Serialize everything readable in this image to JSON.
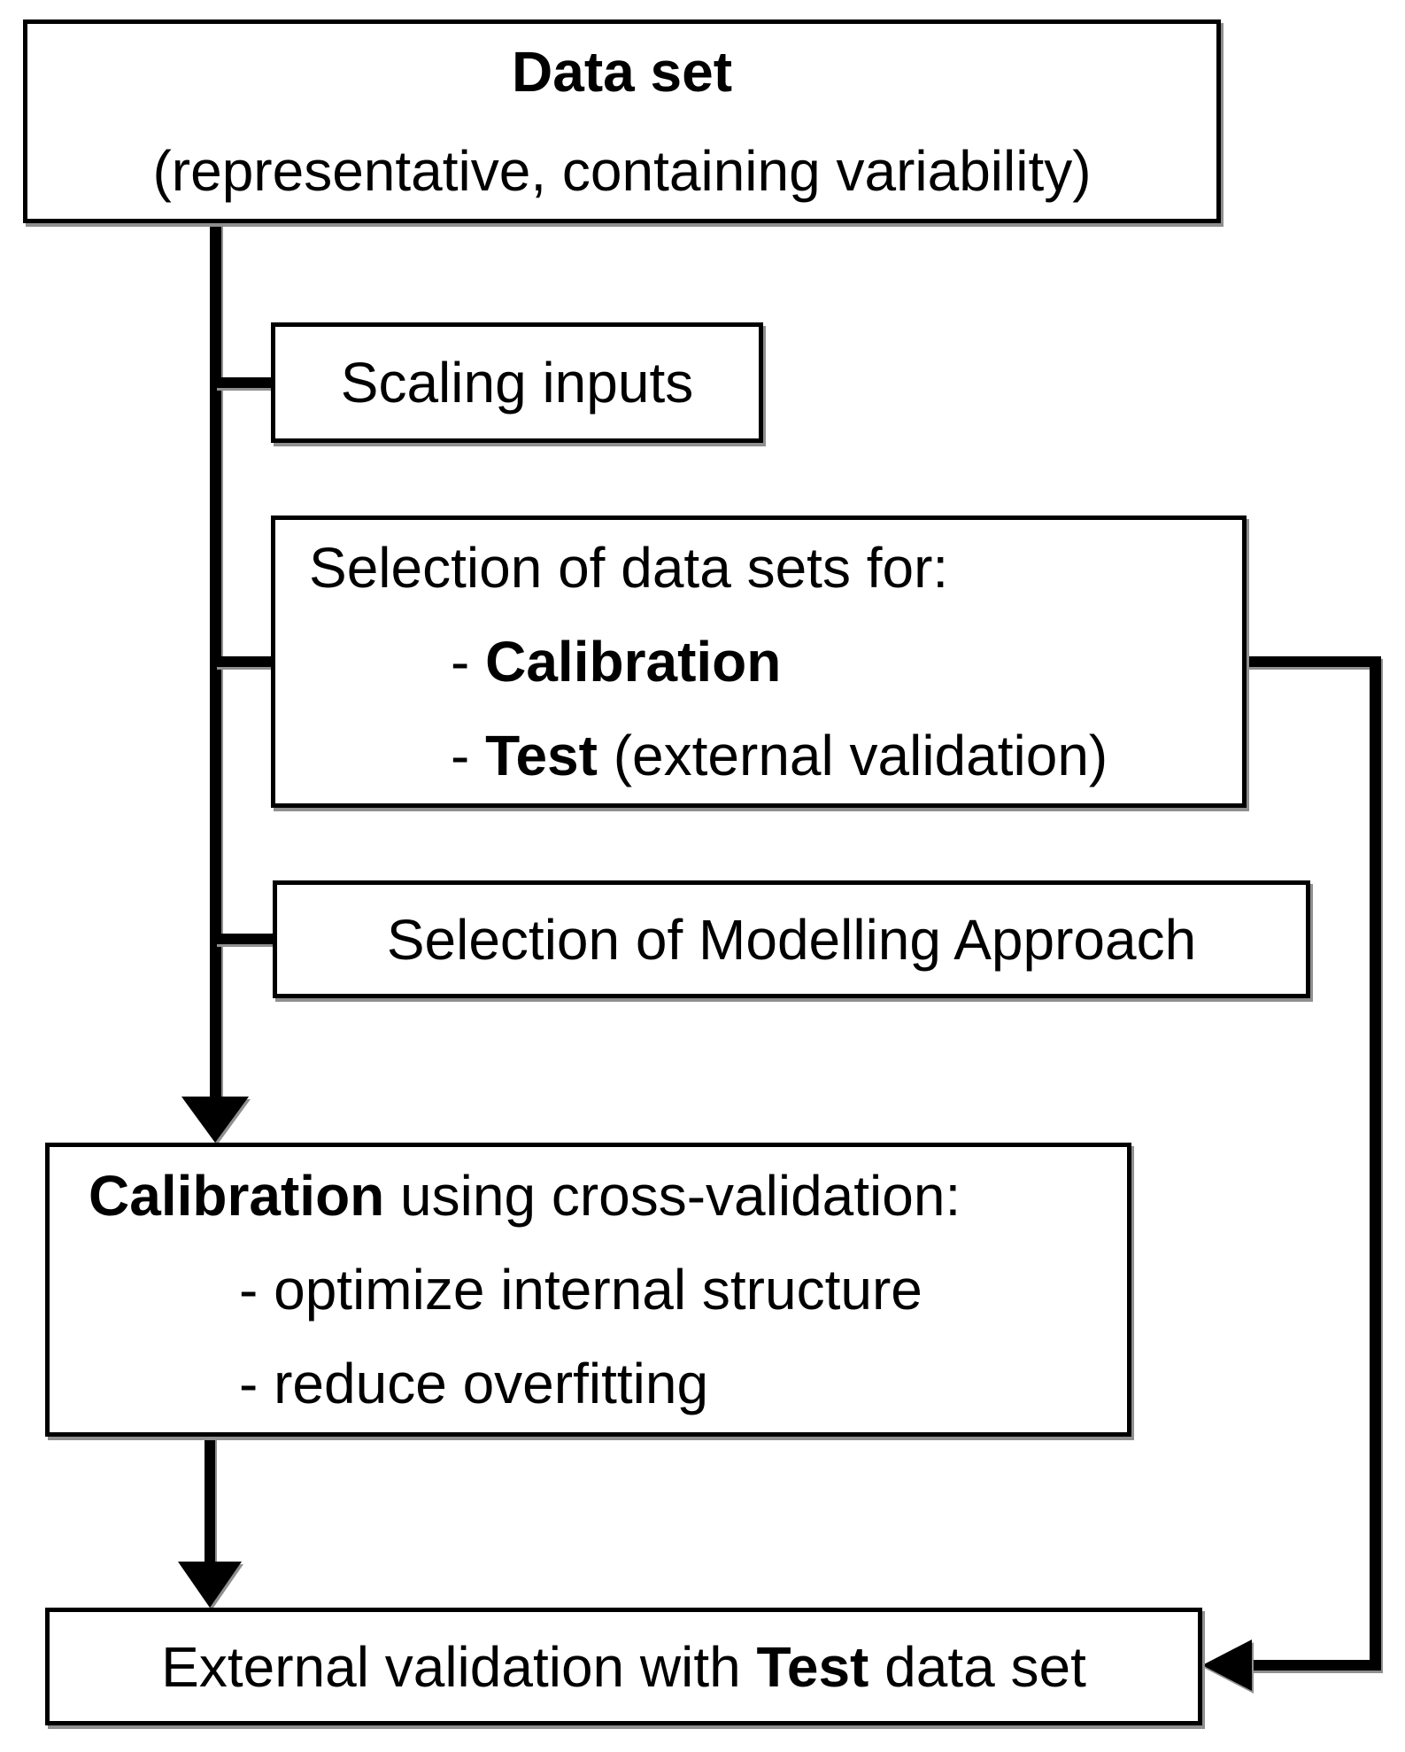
{
  "diagram": {
    "background_color": "#ffffff",
    "line_color": "#000000",
    "shadow_color": "#8f8f8f",
    "boxes": {
      "dataset": {
        "title": "Data set",
        "subtitle": "(representative, containing variability)"
      },
      "scaling": {
        "label": "Scaling inputs"
      },
      "selection": {
        "intro": "Selection of data sets for:",
        "items": [
          {
            "dash": "- ",
            "label": "Calibration",
            "suffix": ""
          },
          {
            "dash": "- ",
            "label": "Test",
            "suffix": " (external validation)"
          }
        ]
      },
      "modelling": {
        "label": "Selection of Modelling Approach"
      },
      "calibration": {
        "intro_bold": "Calibration",
        "intro_rest": " using cross-validation:",
        "items": [
          "- optimize internal structure",
          "- reduce overfitting"
        ]
      },
      "external": {
        "prefix": "External validation with ",
        "bold": "Test",
        "suffix": " data set"
      }
    }
  }
}
